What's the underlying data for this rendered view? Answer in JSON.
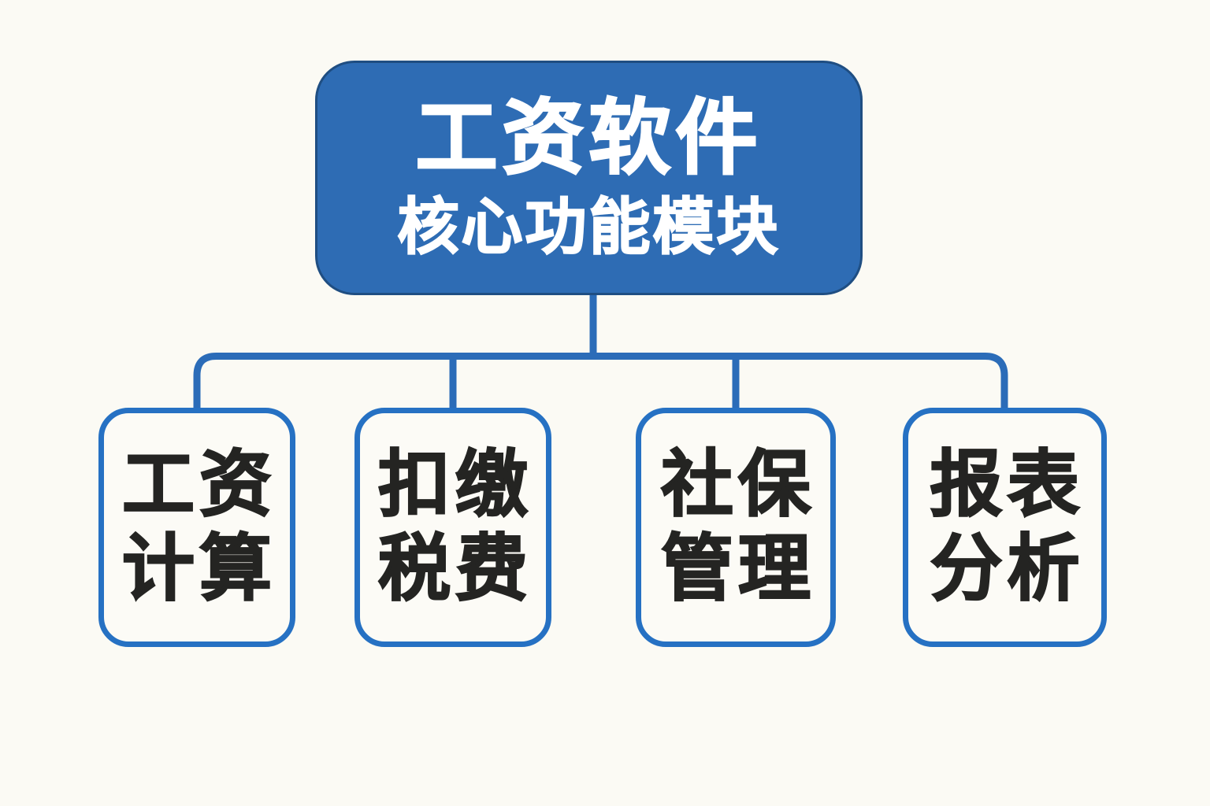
{
  "diagram": {
    "root": {
      "title": "工资软件",
      "subtitle": "核心功能模块"
    },
    "children": [
      {
        "line1": "工资",
        "line2": "计算"
      },
      {
        "line1": "扣缴",
        "line2": "税费"
      },
      {
        "line1": "社保",
        "line2": "管理"
      },
      {
        "line1": "报表",
        "line2": "分析"
      }
    ],
    "colors": {
      "background": "#fbfaf4",
      "root_fill": "#2e6cb4",
      "root_edge": "#1f4e82",
      "root_text": "#ffffff",
      "child_border": "#2671c3",
      "child_fill": "#fcfbf6",
      "child_text": "#242422",
      "connector": "#2b6cb8"
    }
  }
}
